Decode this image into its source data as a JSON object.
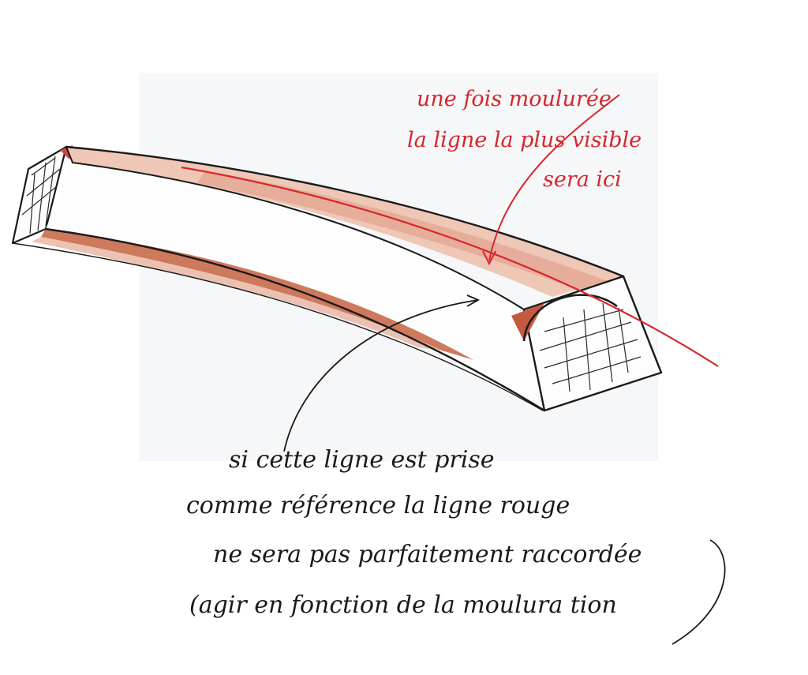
{
  "annotations": {
    "red_note": {
      "lines": [
        "une fois moulurée",
        "la ligne la  plus visible",
        "sera ici"
      ],
      "color": "#d8262b"
    },
    "black_note": {
      "lines": [
        "si cette ligne est prise",
        "comme référence   la ligne rouge",
        "ne sera  pas parfaitement raccordée",
        "(agir en fonction de la moulura tion"
      ],
      "color": "#1a1a1a"
    }
  },
  "colors": {
    "pencil": "#1a1a1a",
    "wood_shade": "#c96a4a",
    "wood_light": "#e7b3a0",
    "red_line": "#d8262b",
    "paper_panel": "#f6f7f9"
  }
}
